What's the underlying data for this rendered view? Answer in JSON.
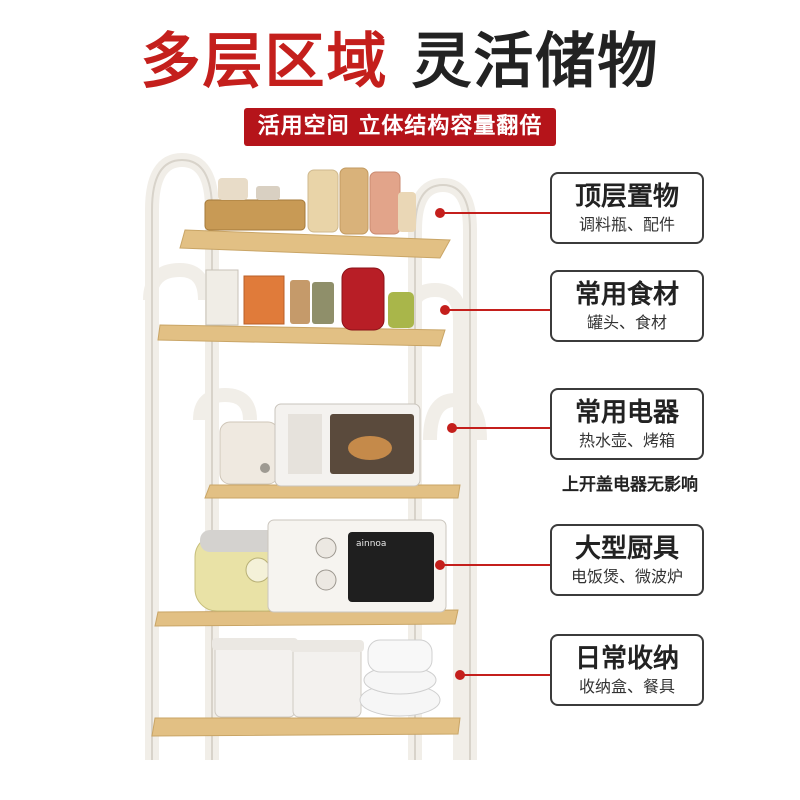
{
  "headline": {
    "part1": "多层区域",
    "part2": "灵活储物"
  },
  "subtitle": "活用空间 立体结构容量翻倍",
  "shelves": [
    {
      "title": "顶层置物",
      "desc": "调料瓶、配件"
    },
    {
      "title": "常用食材",
      "desc": "罐头、食材"
    },
    {
      "title": "常用电器",
      "desc": "热水壶、烤箱"
    },
    {
      "title": "大型厨具",
      "desc": "电饭煲、微波炉"
    },
    {
      "title": "日常收纳",
      "desc": "收纳盒、餐具"
    }
  ],
  "note": "上开盖电器无影响",
  "appliance_brand": "ainnoa",
  "colors": {
    "accent": "#c41f1c",
    "wood": "#e2c084",
    "frame": "#f4f1ec"
  }
}
